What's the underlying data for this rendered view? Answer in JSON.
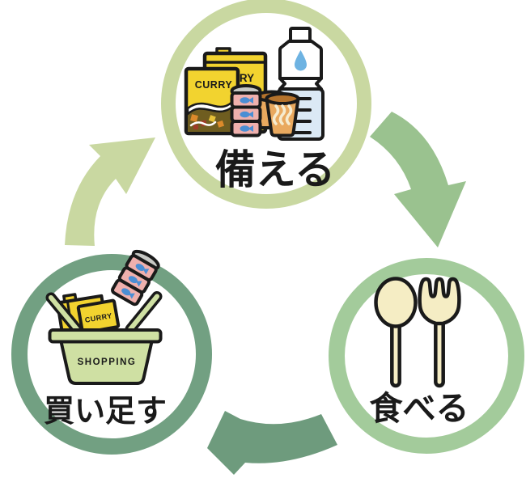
{
  "diagram": {
    "type": "cycle-diagram",
    "nodes": [
      {
        "id": "prepare",
        "label": "備える",
        "ring_color": "#c9d8a1"
      },
      {
        "id": "eat",
        "label": "食べる",
        "ring_color": "#a3cb9b"
      },
      {
        "id": "restock",
        "label": "買い足す",
        "ring_color": "#72a082"
      }
    ],
    "arrows": [
      {
        "from": "prepare",
        "to": "eat",
        "color": "#9ac28f"
      },
      {
        "from": "eat",
        "to": "restock",
        "color": "#6e9b7d"
      },
      {
        "from": "restock",
        "to": "prepare",
        "color": "#c9d8a1"
      }
    ],
    "icons": {
      "prepare": {
        "name": "emergency-food-icon",
        "items": [
          "curry-box",
          "canned-fish",
          "cup-food",
          "water-bottle"
        ],
        "curry_front_label": "CURRY",
        "curry_back_label": "RY"
      },
      "eat": {
        "name": "spoon-fork-icon",
        "items": [
          "spoon",
          "fork"
        ]
      },
      "restock": {
        "name": "shopping-basket-icon",
        "items": [
          "shopping-basket",
          "curry-box",
          "canned-fish"
        ],
        "basket_label": "SHOPPING",
        "curry_label": "CURRY"
      }
    },
    "palette": {
      "curry_yellow": "#f2d32f",
      "can_pink": "#efb0ad",
      "can_lid_gray": "#c8c9c5",
      "fish_blue": "#4b8ed4",
      "bottle_blue": "#dbe9f5",
      "water_drop_blue": "#6eb3e2",
      "cup_orange": "#e9a95f",
      "cup_inner_brown": "#b5732c",
      "cutlery_cream": "#f5edc4",
      "basket_green": "#cfe0a3",
      "outline_black": "#1a1a1a",
      "label_black": "#1a1a1a",
      "background": "#ffffff"
    }
  }
}
